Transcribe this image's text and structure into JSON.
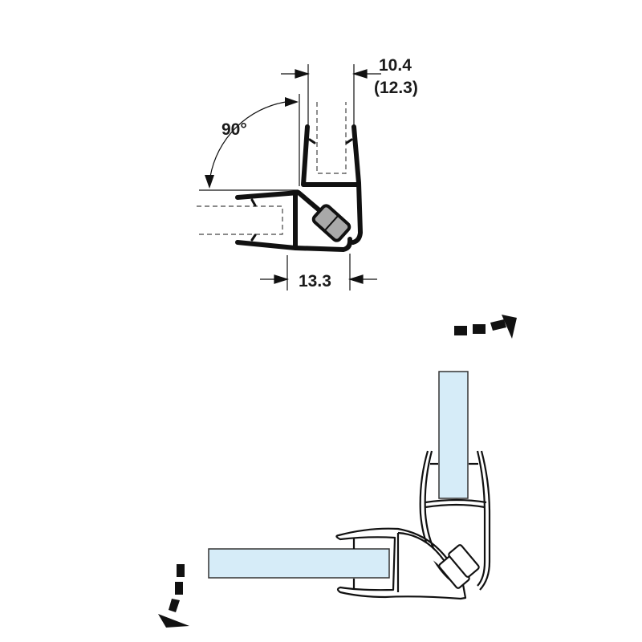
{
  "top_drawing": {
    "glass_thickness_label": "10.4",
    "glass_thickness_alt_label": "(12.3)",
    "angle_label": "90°",
    "profile_width_label": "13.3"
  },
  "colors": {
    "profile": "#111111",
    "magnet": "#a9a9a9",
    "glass": "#d6ecf8",
    "background": "#ffffff"
  },
  "icons": [
    "dimension-arrow-icon",
    "angle-arrow-icon",
    "rotation-arrow-icon"
  ]
}
